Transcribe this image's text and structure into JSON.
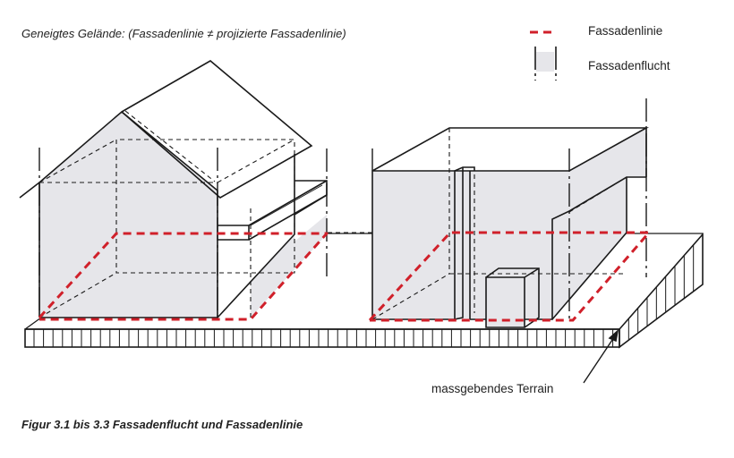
{
  "title": "Geneigtes Gelände: (Fassadenlinie ≠ projizierte Fassadenlinie)",
  "legend": {
    "items": [
      {
        "label": "Fassadenlinie",
        "icon": "red-dashed-line"
      },
      {
        "label": "Fassadenflucht",
        "icon": "grey-plane-between-dash-dot-lines"
      }
    ]
  },
  "annotation": "massgebendes Terrain",
  "caption": "Figur 3.1 bis 3.3 Fassadenflucht und Fassadenlinie",
  "colors": {
    "fassadenlinie": "#d0202a",
    "fassadenflucht": "#e6e6ea",
    "line": "#1a1a1a"
  }
}
